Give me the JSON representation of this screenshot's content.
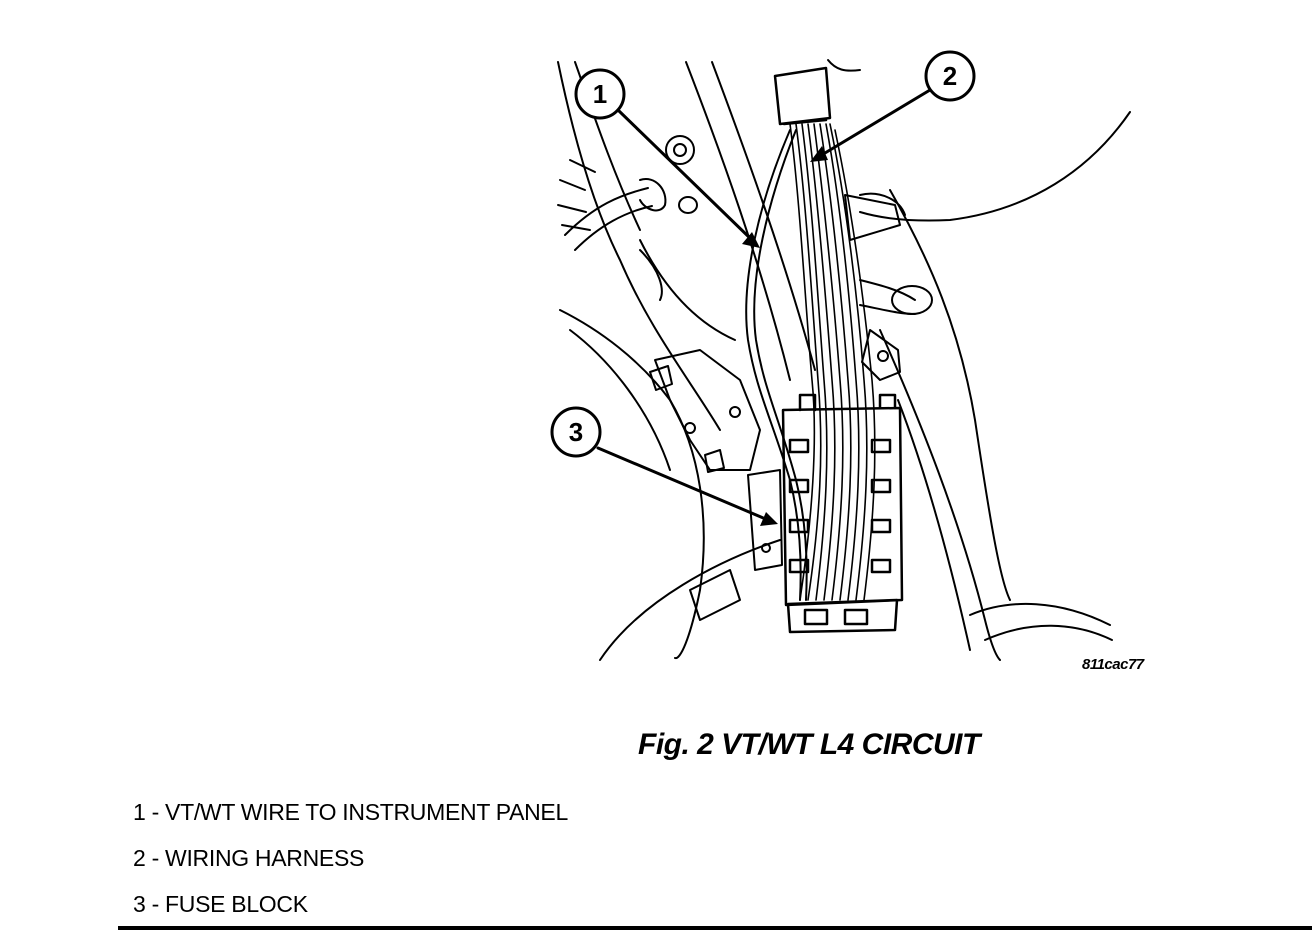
{
  "figure": {
    "caption": "Fig.  2 VT/WT L4 CIRCUIT",
    "image_code": "811cac77",
    "callouts": [
      {
        "number": "1"
      },
      {
        "number": "2"
      },
      {
        "number": "3"
      }
    ]
  },
  "legend": [
    {
      "number": "1",
      "text": "VT/WT WIRE TO INSTRUMENT PANEL"
    },
    {
      "number": "2",
      "text": "WIRING HARNESS"
    },
    {
      "number": "3",
      "text": "FUSE BLOCK"
    }
  ],
  "colors": {
    "ink": "#000000",
    "paper": "#ffffff"
  }
}
